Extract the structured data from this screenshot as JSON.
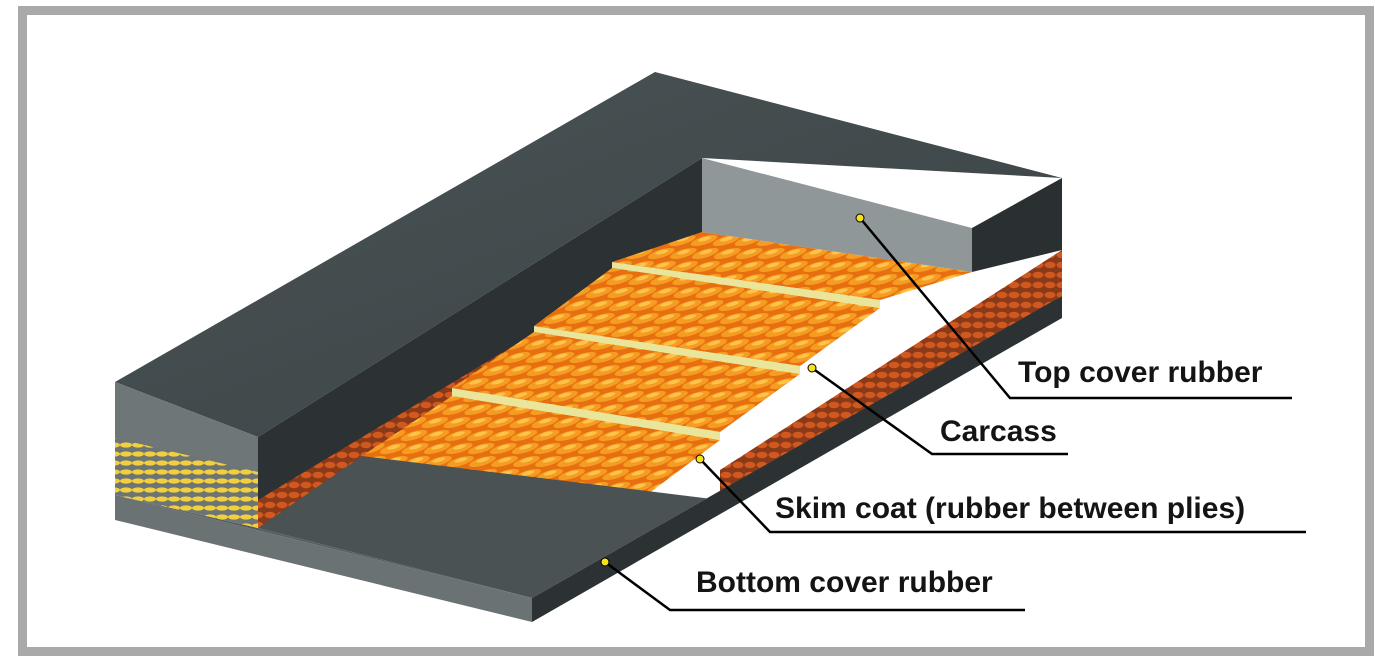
{
  "diagram": {
    "labels": {
      "top_cover": "Top cover rubber",
      "carcass": "Carcass",
      "skim_coat": "Skim coat (rubber between plies)",
      "bottom_cover": "Bottom cover rubber"
    }
  },
  "colors": {
    "frame": "#a9a9a9",
    "rubber_dark": "#3c4446",
    "rubber_mid": "#5e6668",
    "rubber_light": "#8c9496",
    "ply_orange": "#f39a1c",
    "ply_yellow": "#f2d44a",
    "ply_red": "#c9521c",
    "leader_line": "#000000",
    "marker": "#f6e21a"
  }
}
